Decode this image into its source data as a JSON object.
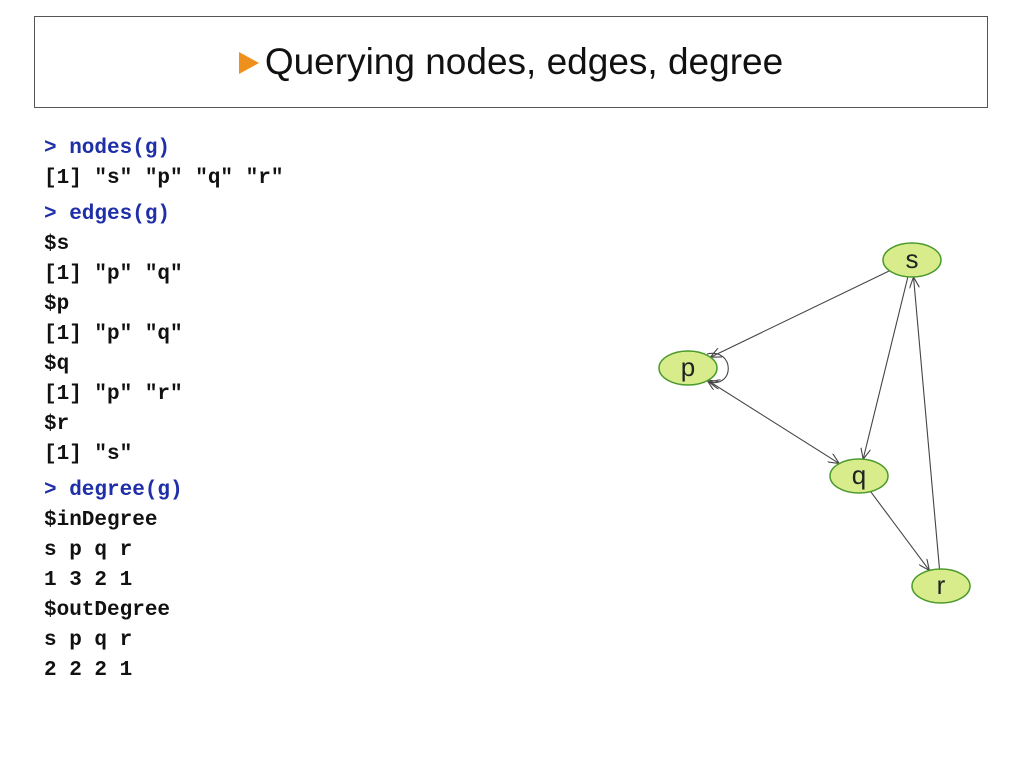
{
  "title": "Querying nodes, edges, degree",
  "bullet_icon": "triangle-right-icon",
  "bullet_color": "#f0901c",
  "command_color": "#1e2fa8",
  "console": [
    {
      "command": "> nodes(g)",
      "output": [
        "[1] \"s\" \"p\" \"q\" \"r\""
      ]
    },
    {
      "command": "> edges(g)",
      "output": [
        "$s",
        "[1] \"p\" \"q\"",
        "$p",
        "[1] \"p\" \"q\"",
        "$q",
        "[1] \"p\" \"r\"",
        "$r",
        "[1] \"s\""
      ]
    },
    {
      "command": "> degree(g)",
      "output": [
        "$inDegree",
        "s p q r",
        "1 3 2 1",
        "$outDegree",
        "s p q r",
        "2 2 2 1"
      ]
    }
  ],
  "graph": {
    "node_fill": "#d8ec8c",
    "node_stroke": "#4a9a2a",
    "nodes": [
      {
        "id": "s",
        "label": "s"
      },
      {
        "id": "p",
        "label": "p"
      },
      {
        "id": "q",
        "label": "q"
      },
      {
        "id": "r",
        "label": "r"
      }
    ],
    "edges": [
      {
        "from": "s",
        "to": "p"
      },
      {
        "from": "s",
        "to": "q"
      },
      {
        "from": "p",
        "to": "p"
      },
      {
        "from": "p",
        "to": "q"
      },
      {
        "from": "q",
        "to": "p"
      },
      {
        "from": "q",
        "to": "r"
      },
      {
        "from": "r",
        "to": "s"
      }
    ]
  }
}
